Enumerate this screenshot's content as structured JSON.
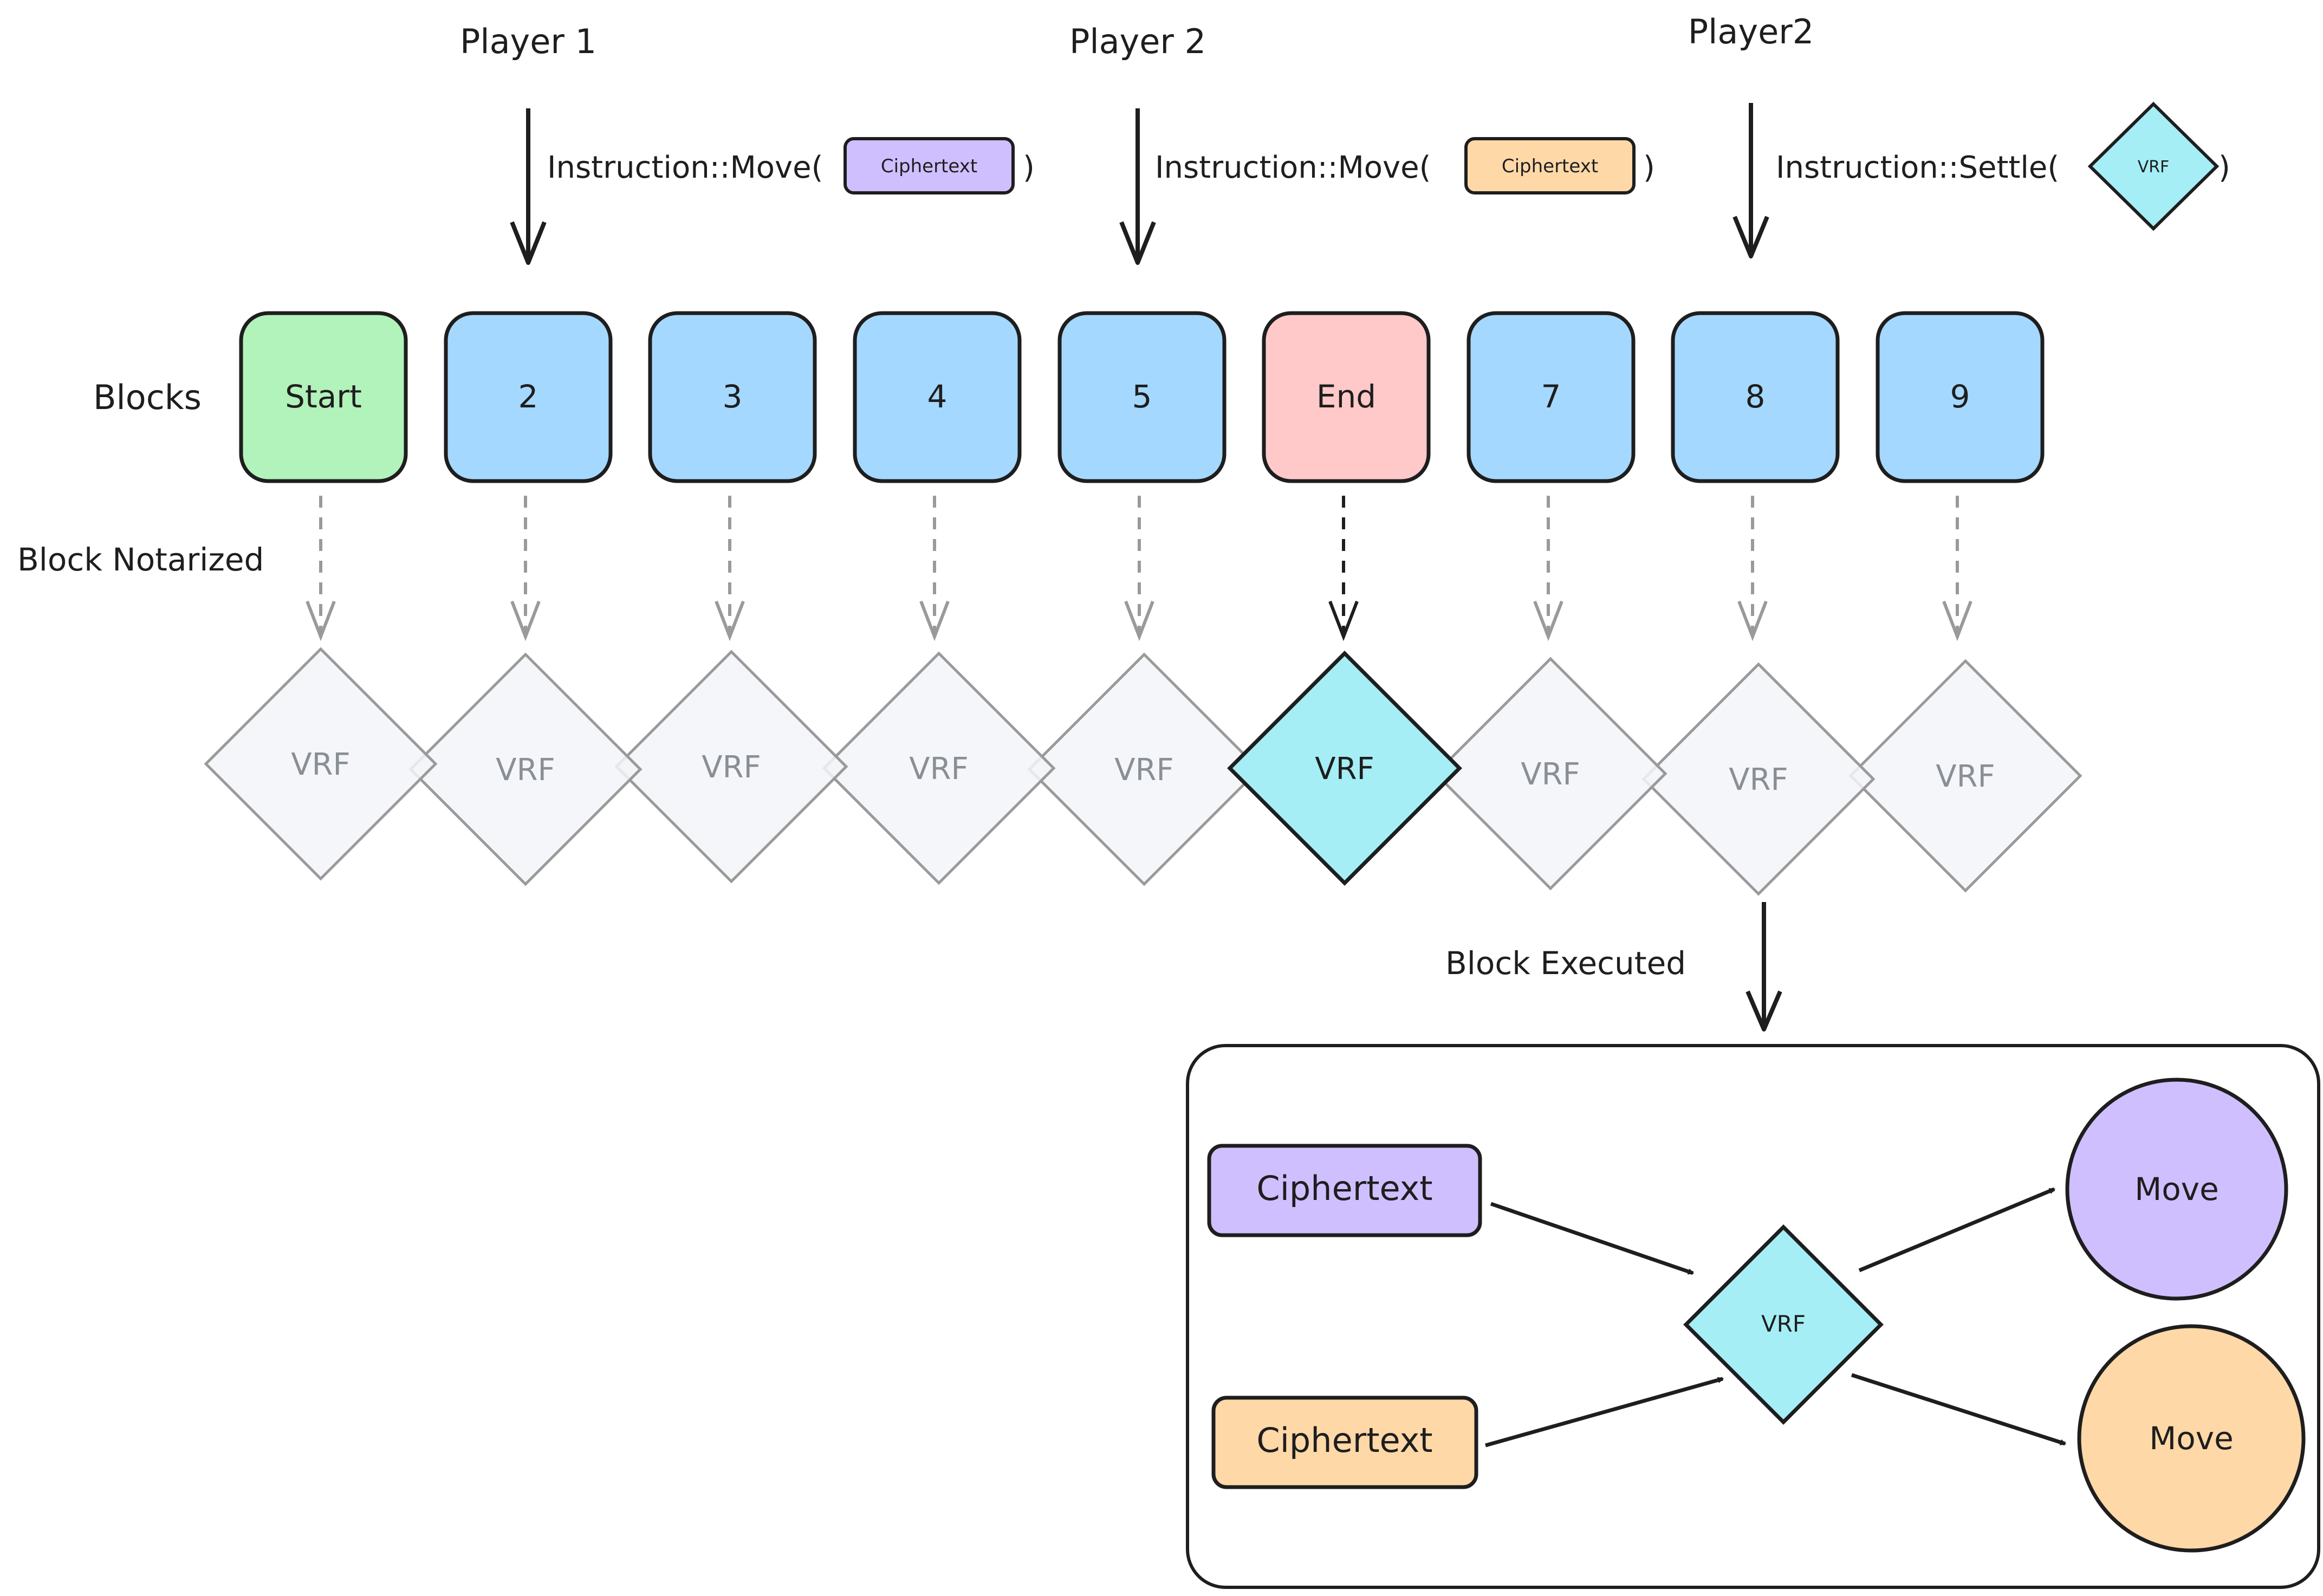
{
  "players": [
    {
      "label": "Player 1",
      "instruction_prefix": "Instruction::Move(",
      "arg_label": "Ciphertext",
      "arg_color": "#d0bfff",
      "arg_shape": "rect",
      "suffix": ")"
    },
    {
      "label": "Player 2",
      "instruction_prefix": "Instruction::Move(",
      "arg_label": "Ciphertext",
      "arg_color": "#ffd8a8",
      "arg_shape": "rect",
      "suffix": ")"
    },
    {
      "label": "Player2",
      "instruction_prefix": "Instruction::Settle(",
      "arg_label": "VRF",
      "arg_color": "#a5eef5",
      "arg_shape": "diamond",
      "suffix": ")"
    }
  ],
  "row_labels": {
    "blocks": "Blocks",
    "notarized": "Block Notarized",
    "executed": "Block Executed"
  },
  "blocks": [
    {
      "label": "Start",
      "color": "#b2f2bb",
      "vrf_label": "VRF",
      "vrf_active": false
    },
    {
      "label": "2",
      "color": "#a5d8ff",
      "vrf_label": "VRF",
      "vrf_active": false
    },
    {
      "label": "3",
      "color": "#a5d8ff",
      "vrf_label": "VRF",
      "vrf_active": false
    },
    {
      "label": "4",
      "color": "#a5d8ff",
      "vrf_label": "VRF",
      "vrf_active": false
    },
    {
      "label": "5",
      "color": "#a5d8ff",
      "vrf_label": "VRF",
      "vrf_active": false
    },
    {
      "label": "End",
      "color": "#ffc9c9",
      "vrf_label": "VRF",
      "vrf_active": true
    },
    {
      "label": "7",
      "color": "#a5d8ff",
      "vrf_label": "VRF",
      "vrf_active": false
    },
    {
      "label": "8",
      "color": "#a5d8ff",
      "vrf_label": "VRF",
      "vrf_active": false
    },
    {
      "label": "9",
      "color": "#a5d8ff",
      "vrf_label": "VRF",
      "vrf_active": false
    }
  ],
  "execution": {
    "inputs": [
      {
        "label": "Ciphertext",
        "color": "#d0bfff"
      },
      {
        "label": "Ciphertext",
        "color": "#ffd8a8"
      }
    ],
    "vrf": {
      "label": "VRF",
      "color": "#a5eef5"
    },
    "outputs": [
      {
        "label": "Move",
        "color": "#d0bfff"
      },
      {
        "label": "Move",
        "color": "#ffd8a8"
      }
    ]
  },
  "colors": {
    "stroke": "#1e1e1e",
    "inactive_vrf_fill": "#f3f5f8",
    "inactive_vrf_stroke": "#9a9a9a",
    "inactive_vrf_text": "#8a8f96",
    "active_vrf_fill": "#a5eef5",
    "dashed_arrow": "#9a9a9a"
  }
}
